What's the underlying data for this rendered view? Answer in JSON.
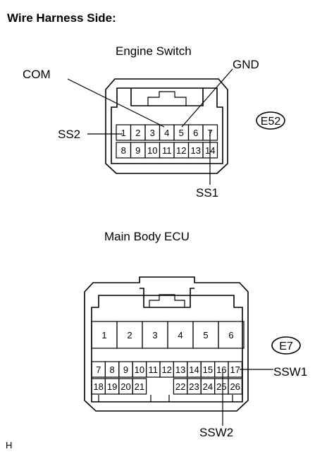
{
  "title": "Wire Harness Side:",
  "engine_switch": {
    "label": "Engine Switch",
    "badge": "E52",
    "row1": [
      "1",
      "2",
      "3",
      "4",
      "5",
      "6",
      "7"
    ],
    "row2": [
      "8",
      "9",
      "10",
      "11",
      "12",
      "13",
      "14"
    ],
    "callouts": {
      "com": "COM",
      "gnd": "GND",
      "ss2": "SS2",
      "ss1": "SS1"
    }
  },
  "main_body_ecu": {
    "label": "Main Body ECU",
    "badge": "E7",
    "big_row": [
      "1",
      "2",
      "3",
      "4",
      "5",
      "6"
    ],
    "row1": [
      "7",
      "8",
      "9",
      "10",
      "11",
      "12",
      "13",
      "14",
      "15",
      "16",
      "17"
    ],
    "row2_left": [
      "18",
      "19",
      "20",
      "21"
    ],
    "row2_right": [
      "22",
      "23",
      "24",
      "25",
      "26"
    ],
    "callouts": {
      "ssw1": "SSW1",
      "ssw2": "SSW2"
    }
  },
  "corner_mark": "H"
}
